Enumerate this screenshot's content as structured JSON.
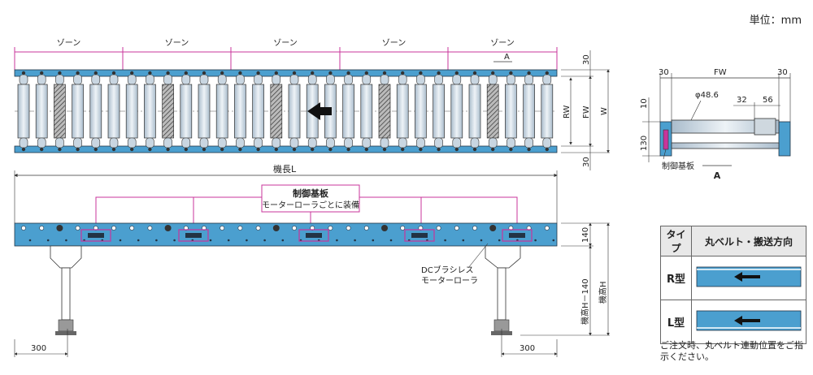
{
  "unit_label": "単位：mm",
  "top_view": {
    "zone_label": "ゾーン",
    "dim_30": "30",
    "dim_A": "A",
    "dim_RW": "RW",
    "dim_FW": "FW",
    "dim_W": "W"
  },
  "side_view": {
    "length_label": "機長L",
    "board_title": "制御基板",
    "board_note": "モーターローラごとに装備",
    "dim_140": "140",
    "dim_H140": "機高H－140",
    "dim_H": "機高H",
    "motor_label_1": "DCブラシレス",
    "motor_label_2": "モーターローラ",
    "dim_300": "300"
  },
  "section_view": {
    "dim_FW": "FW",
    "dim_30": "30",
    "dim_diameter": "φ48.6",
    "dim_32": "32",
    "dim_56": "56",
    "dim_10": "10",
    "dim_130": "130",
    "board_label": "制御基板",
    "dim_A": "A"
  },
  "legend": {
    "header_type": "タイプ",
    "header_desc": "丸ベルト・搬送方向",
    "rows": [
      {
        "type": "R型"
      },
      {
        "type": "L型"
      }
    ]
  },
  "note": "ご注文時、丸ベルト連動位置をご指示ください。",
  "colors": {
    "frame": "#4b9fcf",
    "roller": "#dce6ee",
    "accent": "#c8359b"
  }
}
